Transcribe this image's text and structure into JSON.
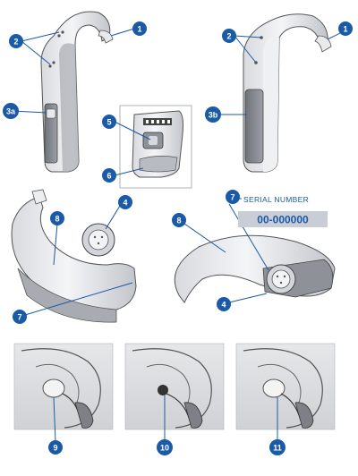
{
  "colors": {
    "callout": "#1a5aa6",
    "outline": "#3a3a3a",
    "serial_box": "#c9ced6"
  },
  "callouts": {
    "c1_left": "1",
    "c2_left": "2",
    "c3a": "3a",
    "c1_right": "1",
    "c2_right": "2",
    "c3b": "3b",
    "c5": "5",
    "c6": "6",
    "c4_left": "4",
    "c8_left": "8",
    "c7_left": "7",
    "c7_right": "7",
    "c8_right": "8",
    "c4_right": "4",
    "c9": "9",
    "c10": "10",
    "c11": "11"
  },
  "serial": {
    "label": "SERIAL NUMBER",
    "value": "00-000000"
  }
}
